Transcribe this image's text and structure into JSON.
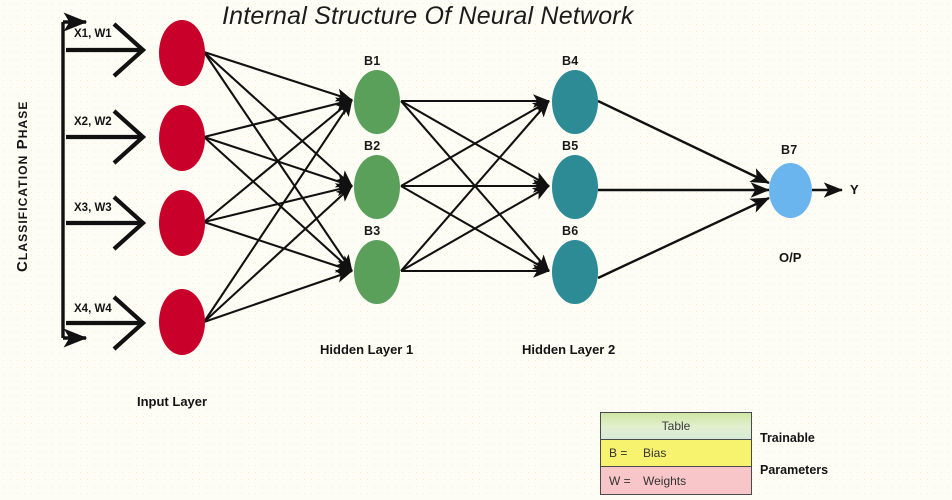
{
  "diagram": {
    "title": "Internal Structure Of Neural Network",
    "phase_label": "Classification Phase",
    "output_signal": "Y",
    "output_caption": "O/P"
  },
  "inputs": {
    "caption": "Input Layer",
    "items": [
      {
        "label": "X1, W1"
      },
      {
        "label": "X2, W2"
      },
      {
        "label": "X3, W3"
      },
      {
        "label": "X4, W4"
      }
    ]
  },
  "hidden1": {
    "caption": "Hidden Layer 1",
    "nodes": [
      {
        "label": "B1"
      },
      {
        "label": "B2"
      },
      {
        "label": "B3"
      }
    ]
  },
  "hidden2": {
    "caption": "Hidden Layer 2",
    "nodes": [
      {
        "label": "B4"
      },
      {
        "label": "B5"
      },
      {
        "label": "B6"
      }
    ]
  },
  "output": {
    "node": {
      "label": "B7"
    }
  },
  "legend": {
    "header": "Table",
    "rows": [
      {
        "key": "B =",
        "value": "Bias"
      },
      {
        "key": "W =",
        "value": "Weights"
      }
    ],
    "side_note_line1": "Trainable",
    "side_note_line2": "Parameters"
  },
  "colors": {
    "input_node": "#c8002a",
    "hidden1_node": "#5aa05a",
    "hidden2_node": "#2d8b96",
    "output_node": "#6bb5ee",
    "edge": "#111111",
    "legend_header": "#d7ecb9",
    "legend_bias": "#f7f36f",
    "legend_weights": "#f8c6c8",
    "background": "#fdfdf6"
  }
}
